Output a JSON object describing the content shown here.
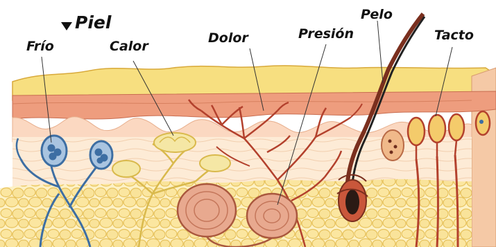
{
  "diagram": {
    "title": "Piel",
    "labels": {
      "frio": "Frío",
      "calor": "Calor",
      "dolor": "Dolor",
      "presion": "Presión",
      "pelo": "Pelo",
      "tacto": "Tacto"
    }
  },
  "colors": {
    "epidermis": "#f7df80",
    "epidermis_edge": "#d8a93a",
    "dermis_band": "#ee9d7e",
    "dermis": "#fbd8c1",
    "dermis_light": "#fdeedd",
    "fat": "#fbe9a8",
    "fat_edge": "#e9c45a",
    "cold_receptor": "#3d6ea3",
    "heat_receptor": "#edd87a",
    "pain_nerve": "#b3412d",
    "pressure_corpuscle": "#e8a98f",
    "hair": "#222222",
    "label_text": "#111111"
  },
  "icons": {
    "title_marker": "triangle-down"
  }
}
